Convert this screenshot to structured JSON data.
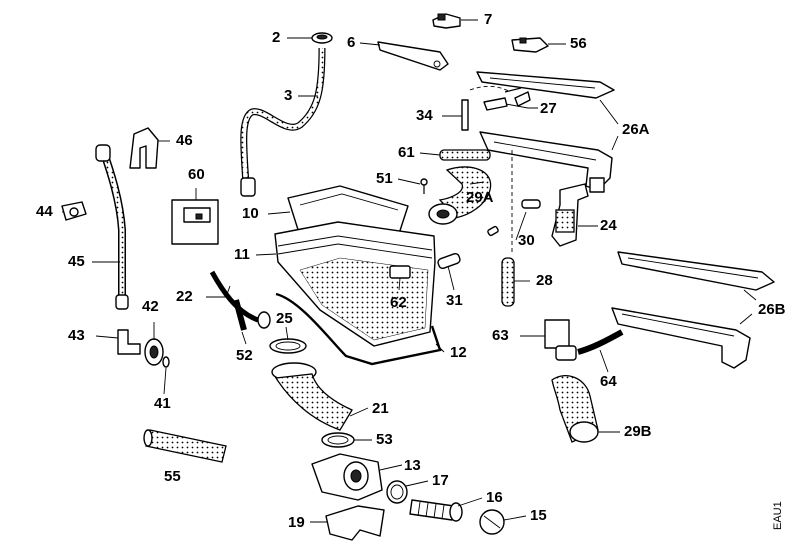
{
  "diagram_code": "EAU1",
  "labels": {
    "p2": "2",
    "p3": "3",
    "p6": "6",
    "p7": "7",
    "p56": "56",
    "p34": "34",
    "p27": "27",
    "p26A": "26A",
    "p61": "61",
    "p51": "51",
    "p29A": "29A",
    "p24": "24",
    "p30": "30",
    "p46": "46",
    "p60": "60",
    "p44": "44",
    "p45": "45",
    "p10": "10",
    "p11": "11",
    "p28": "28",
    "p31": "31",
    "p62": "62",
    "p22": "22",
    "p25": "25",
    "p52": "52",
    "p12": "12",
    "p42": "42",
    "p43": "43",
    "p41": "41",
    "p21": "21",
    "p53": "53",
    "p55": "55",
    "p13": "13",
    "p17": "17",
    "p16": "16",
    "p15": "15",
    "p19": "19",
    "p26B": "26B",
    "p63": "63",
    "p64": "64",
    "p29B": "29B"
  }
}
